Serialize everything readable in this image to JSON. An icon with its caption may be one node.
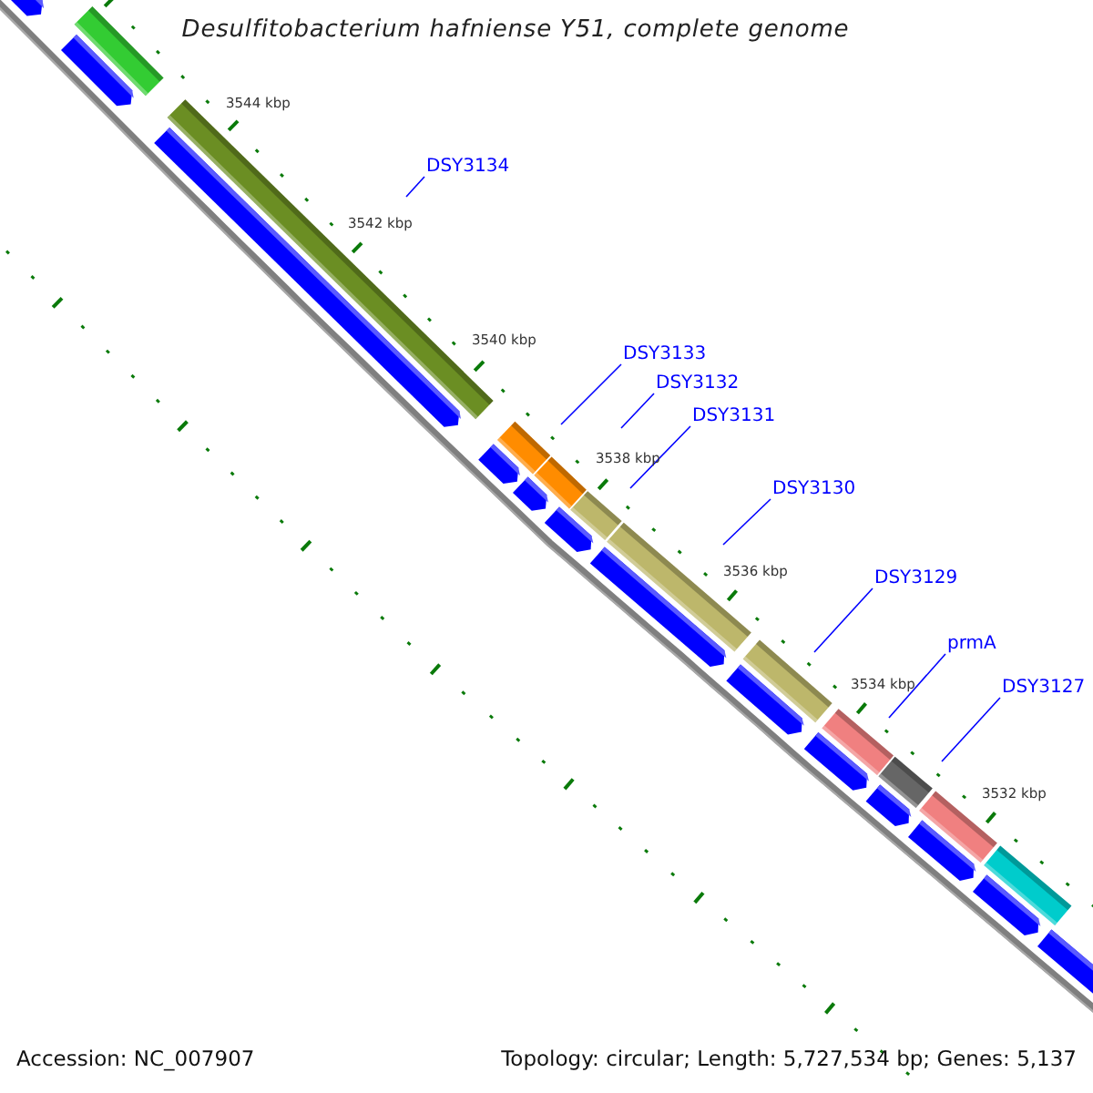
{
  "diagram": {
    "title": "Desulfitobacterium hafniense Y51, complete genome",
    "nodes": [
      {
        "text": [
          "DSY3134"
        ]
      },
      {
        "text": [
          "DSY3133"
        ]
      },
      {
        "text": [
          "DSY3132"
        ]
      },
      {
        "text": [
          "DSY3131"
        ]
      },
      {
        "text": [
          "DSY3130"
        ]
      },
      {
        "text": [
          "DSY3129"
        ]
      },
      {
        "text": [
          "prmA"
        ]
      },
      {
        "text": [
          "DSY3127"
        ]
      }
    ],
    "edges": [
      {
        "from": 0,
        "to": null,
        "arrow": "none"
      },
      {
        "from": 1,
        "to": null,
        "arrow": "none"
      },
      {
        "from": 2,
        "to": null,
        "arrow": "none"
      },
      {
        "from": 3,
        "to": null,
        "arrow": "none"
      },
      {
        "from": 4,
        "to": null,
        "arrow": "none"
      },
      {
        "from": 5,
        "to": null,
        "arrow": "none"
      },
      {
        "from": 6,
        "to": null,
        "arrow": "none"
      },
      {
        "from": 7,
        "to": null,
        "arrow": "none"
      }
    ],
    "labels": [
      "3544 kbp",
      "3542 kbp",
      "3540 kbp",
      "3538 kbp",
      "3536 kbp",
      "3534 kbp",
      "3532 kbp",
      "Accession: NC_007907",
      "Topology: circular; Length: 5,727,534 bp; Genes: 5,137"
    ]
  }
}
